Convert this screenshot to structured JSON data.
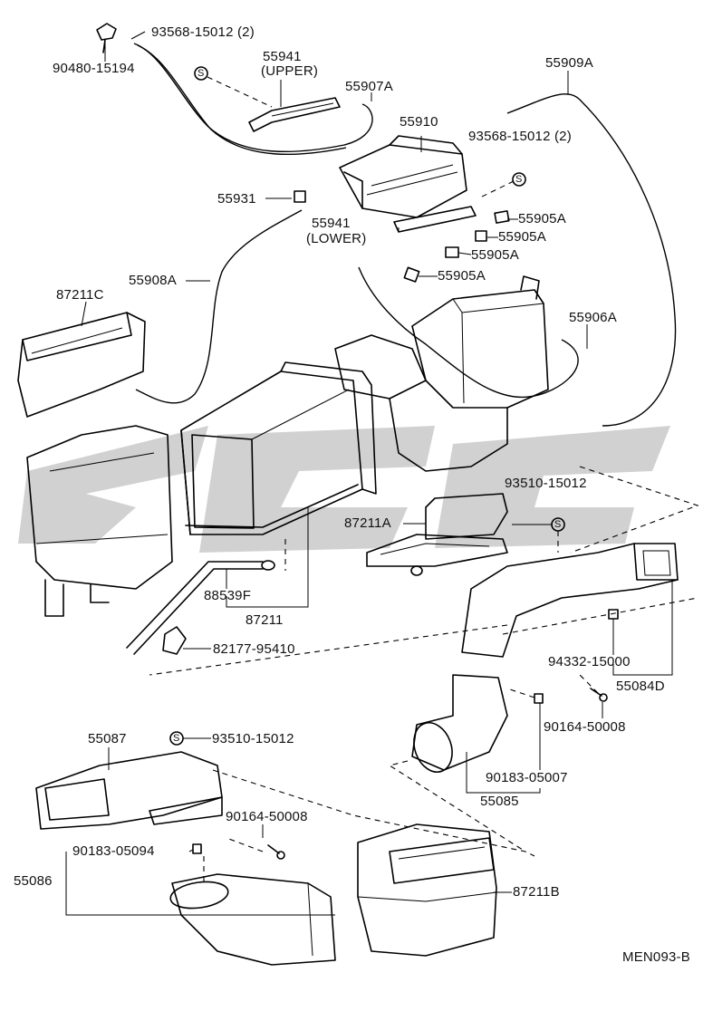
{
  "labels": {
    "l90480_15194": "90480-15194",
    "l93568_15012_a": "93568-15012 (2)",
    "l55941_upper": "55941",
    "l55941_upper_sub": "(UPPER)",
    "l55907A": "55907A",
    "l55909A": "55909A",
    "l55910": "55910",
    "l93568_15012_b": "93568-15012 (2)",
    "l55931": "55931",
    "l55941_lower": "55941",
    "l55941_lower_sub": "(LOWER)",
    "l55905A_1": "55905A",
    "l55905A_2": "55905A",
    "l55905A_3": "55905A",
    "l55905A_4": "55905A",
    "l55908A": "55908A",
    "l87211C": "87211C",
    "l55906A": "55906A",
    "l93510_15012_a": "93510-15012",
    "l87211A": "87211A",
    "l88539F": "88539F",
    "l87211": "87211",
    "l82177_95410": "82177-95410",
    "l94332_15000": "94332-15000",
    "l55084D": "55084D",
    "l55087": "55087",
    "l93510_15012_b": "93510-15012",
    "l90164_50008_a": "90164-50008",
    "l90164_50008_b": "90164-50008",
    "l90183_05094": "90183-05094",
    "l55086": "55086",
    "l90183_05007": "90183-05007",
    "l55085": "55085",
    "l87211B": "87211B",
    "ref": "MEN093-B"
  },
  "symbols": {
    "s": "S"
  },
  "watermark": {
    "color": "#c8c8c8"
  }
}
